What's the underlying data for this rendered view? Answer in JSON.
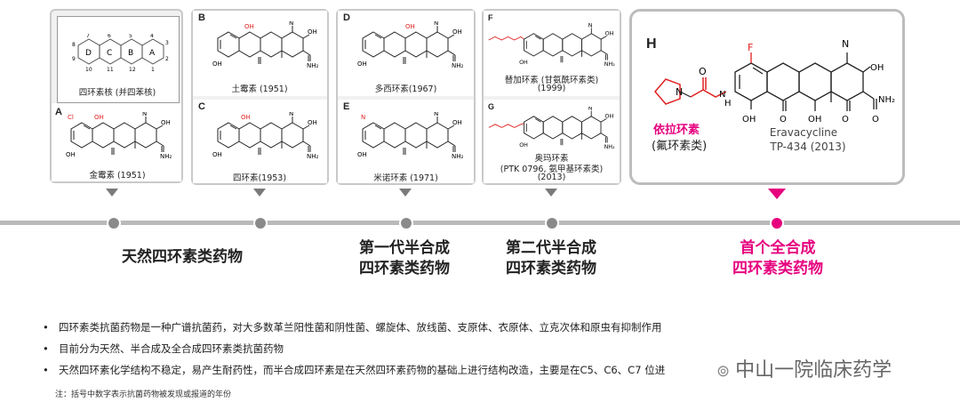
{
  "cards": {
    "nucleus": {
      "caption": "四环素核 (并四苯核)",
      "rings": [
        "D",
        "C",
        "B",
        "A"
      ],
      "numbers": [
        "7",
        "6",
        "5",
        "4",
        "3",
        "8",
        "2",
        "9",
        "1",
        "10",
        "11",
        "12"
      ]
    },
    "A": {
      "label": "A",
      "caption": "金霉素 (1951)"
    },
    "B": {
      "label": "B",
      "caption": "土霉素 (1951)"
    },
    "C": {
      "label": "C",
      "caption": "四环素(1953)"
    },
    "D": {
      "label": "D",
      "caption": "多西环素(1967)"
    },
    "E": {
      "label": "E",
      "caption": "米诺环素 (1971)"
    },
    "F": {
      "label": "F",
      "caption1": "替加环素 (甘氨酰环素类)",
      "caption2": "(1999)"
    },
    "G": {
      "label": "G",
      "caption1": "奥玛环素",
      "caption2": "(PTK 0796, 氨甲基环素类)",
      "caption3": "(2013)"
    },
    "H": {
      "label": "H",
      "name": "依拉环素",
      "subclass": "(氟环素类)",
      "eng": "Eravacycline",
      "code": "TP-434  (2013)"
    }
  },
  "atoms": {
    "OH": "OH",
    "O": "O",
    "N": "N",
    "NH2": "NH₂",
    "Cl": "Cl",
    "F": "F",
    "H": "H"
  },
  "eras": [
    {
      "line1": "天然四环素类药物",
      "line2": ""
    },
    {
      "line1": "第一代半合成",
      "line2": "四环素类药物"
    },
    {
      "line1": "第二代半合成",
      "line2": "四环素类药物"
    },
    {
      "line1": "首个全合成",
      "line2": "四环素类药物"
    }
  ],
  "bullets": [
    "四环素类抗菌药物是一种广谱抗菌药，对大多数革兰阳性菌和阴性菌、螺旋体、放线菌、支原体、衣原体、立克次体和原虫有抑制作用",
    "目前分为天然、半合成及全合成四环素类抗菌药物",
    "天然四环素化学结构不稳定，易产生耐药性，而半合成四环素是在天然四环素药物的基础上进行结构改造，主要是在C5、C6、C7 位进"
  ],
  "note": "注：括号中数字表示抗菌药物被发现或报道的年份",
  "watermark": "中山一院临床药学",
  "colors": {
    "accent": "#e6007e",
    "grey_line": "#b9b9b9",
    "dot": "#8a8a8a",
    "red_group": "#e02020"
  }
}
